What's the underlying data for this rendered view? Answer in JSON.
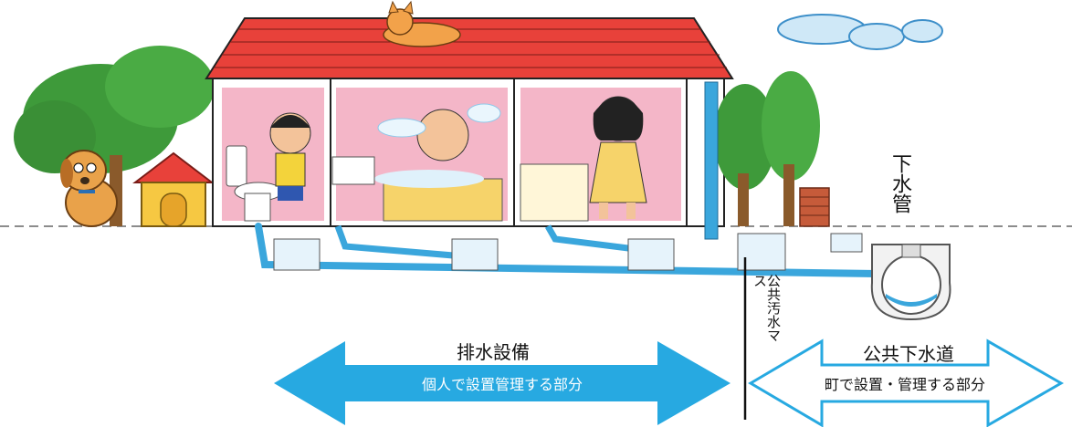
{
  "labels": {
    "sewer_pipe": "下水管",
    "public_sewage_basin": "公共汚水マス",
    "private_title": "排水設備",
    "private_desc": "個人で設置管理する部分",
    "public_title": "公共下水道",
    "public_desc": "町で設置・管理する部分"
  },
  "colors": {
    "private_arrow": "#27a9e1",
    "public_arrow_stroke": "#27a9e1",
    "pipe": "#3aa6dc",
    "roof": "#e8413a",
    "wall": "#f4b6c8",
    "tree": "#3e9a3a",
    "sky_cloud": "#7fc3ea"
  },
  "icons": [
    "dog-icon",
    "doghouse-icon",
    "cat-icon",
    "cloud-icon",
    "tree-icon",
    "house-icon",
    "chimney-icon",
    "manhole-icon"
  ]
}
